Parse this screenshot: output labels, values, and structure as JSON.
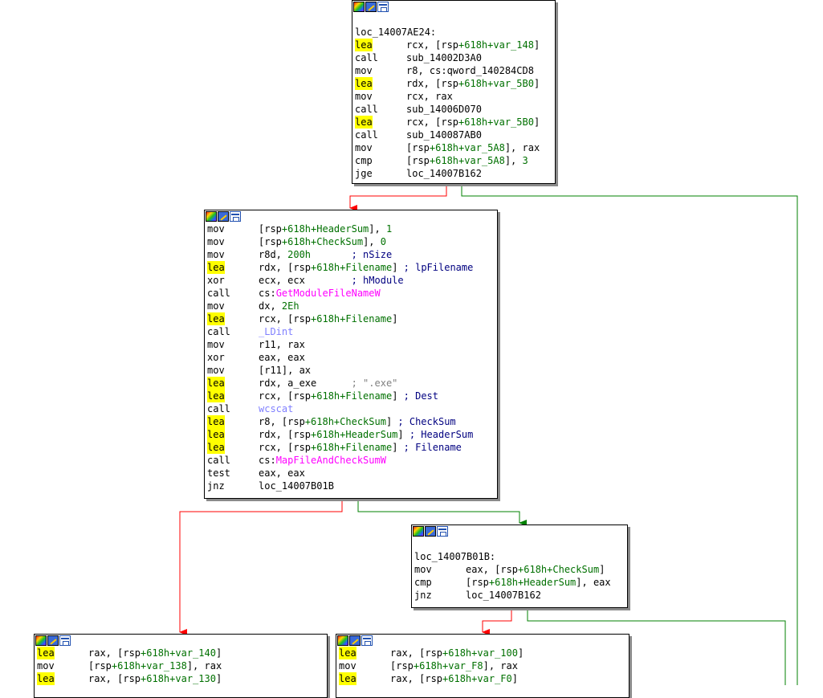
{
  "palette": {
    "red_edge": "#ff0000",
    "green_edge": "#008000",
    "highlight": "#ffff00",
    "var_color": "#007000",
    "import_color": "#ff00ff",
    "lib_color": "#8080ff"
  },
  "block1": {
    "label": "loc_14007AE24:",
    "lines": [
      {
        "m": "lea",
        "o": "rcx, [rsp+618h+var_148]"
      },
      {
        "m": "call",
        "o": "sub_14002D3A0"
      },
      {
        "m": "mov",
        "o": "r8, cs:qword_140284CD8"
      },
      {
        "m": "lea",
        "o": "rdx, [rsp+618h+var_5B0]"
      },
      {
        "m": "mov",
        "o": "rcx, rax"
      },
      {
        "m": "call",
        "o": "sub_14006D070"
      },
      {
        "m": "lea",
        "o": "rcx, [rsp+618h+var_5B0]"
      },
      {
        "m": "call",
        "o": "sub_140087AB0"
      },
      {
        "m": "mov",
        "o": "[rsp+618h+var_5A8], rax"
      },
      {
        "m": "cmp",
        "o": "[rsp+618h+var_5A8], 3"
      },
      {
        "m": "jge",
        "o": "loc_14007B162"
      }
    ]
  },
  "block2": {
    "lines": [
      {
        "m": "mov",
        "o": "[rsp+618h+HeaderSum], 1"
      },
      {
        "m": "mov",
        "o": "[rsp+618h+CheckSum], 0"
      },
      {
        "m": "mov",
        "o": "r8d, 200h       ; nSize"
      },
      {
        "m": "lea",
        "o": "rdx, [rsp+618h+Filename] ; lpFilename"
      },
      {
        "m": "xor",
        "o": "ecx, ecx        ; hModule"
      },
      {
        "m": "call",
        "o": "cs:GetModuleFileNameW"
      },
      {
        "m": "mov",
        "o": "dx, 2Eh"
      },
      {
        "m": "lea",
        "o": "rcx, [rsp+618h+Filename]"
      },
      {
        "m": "call",
        "o": "_LDint"
      },
      {
        "m": "mov",
        "o": "r11, rax"
      },
      {
        "m": "xor",
        "o": "eax, eax"
      },
      {
        "m": "mov",
        "o": "[r11], ax"
      },
      {
        "m": "lea",
        "o": "rdx, a_exe      ; \".exe\""
      },
      {
        "m": "lea",
        "o": "rcx, [rsp+618h+Filename] ; Dest"
      },
      {
        "m": "call",
        "o": "wcscat"
      },
      {
        "m": "lea",
        "o": "r8, [rsp+618h+CheckSum] ; CheckSum"
      },
      {
        "m": "lea",
        "o": "rdx, [rsp+618h+HeaderSum] ; HeaderSum"
      },
      {
        "m": "lea",
        "o": "rcx, [rsp+618h+Filename] ; Filename"
      },
      {
        "m": "call",
        "o": "cs:MapFileAndCheckSumW"
      },
      {
        "m": "test",
        "o": "eax, eax"
      },
      {
        "m": "jnz",
        "o": "loc_14007B01B"
      }
    ]
  },
  "block3": {
    "label": "loc_14007B01B:",
    "lines": [
      {
        "m": "mov",
        "o": "eax, [rsp+618h+CheckSum]"
      },
      {
        "m": "cmp",
        "o": "[rsp+618h+HeaderSum], eax"
      },
      {
        "m": "jnz",
        "o": "loc_14007B162"
      }
    ]
  },
  "block4": {
    "lines": [
      {
        "m": "lea",
        "o": "rax, [rsp+618h+var_140]"
      },
      {
        "m": "mov",
        "o": "[rsp+618h+var_138], rax"
      },
      {
        "m": "lea",
        "o": "rax, [rsp+618h+var_130]"
      }
    ]
  },
  "block5": {
    "lines": [
      {
        "m": "lea",
        "o": "rax, [rsp+618h+var_100]"
      },
      {
        "m": "mov",
        "o": "[rsp+618h+var_F8], rax"
      },
      {
        "m": "lea",
        "o": "rax, [rsp+618h+var_F0]"
      }
    ]
  }
}
